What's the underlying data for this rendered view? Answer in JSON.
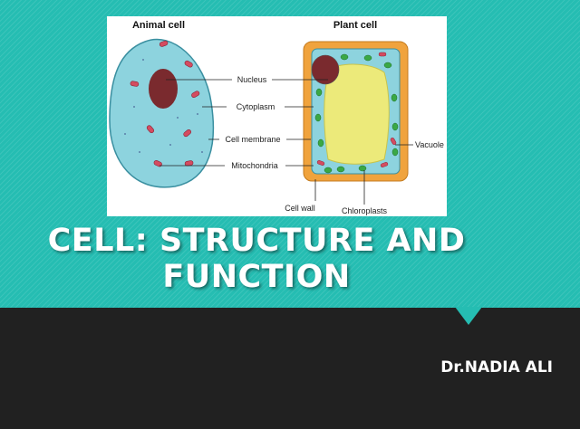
{
  "slide": {
    "title_line1": "CELL: STRUCTURE AND",
    "title_line2": "FUNCTION",
    "author": "Dr.NADIA ALI"
  },
  "diagram": {
    "animal_title": "Animal cell",
    "plant_title": "Plant cell",
    "labels": {
      "nucleus": "Nucleus",
      "cytoplasm": "Cytoplasm",
      "cell_membrane": "Cell membrane",
      "mitochondria": "Mitochondria",
      "cell_wall": "Cell wall",
      "chloroplasts": "Chloroplasts",
      "vacuole": "Vacuole"
    }
  },
  "colors": {
    "teal": "#25bdb2",
    "dark": "#212121",
    "animal_cytoplasm": "#8dd3de",
    "nucleus": "#7a2a2e",
    "mitochondria": "#d44c60",
    "cell_wall": "#f0a33d",
    "vacuole": "#ecea7a",
    "chloroplast": "#3aa845"
  }
}
